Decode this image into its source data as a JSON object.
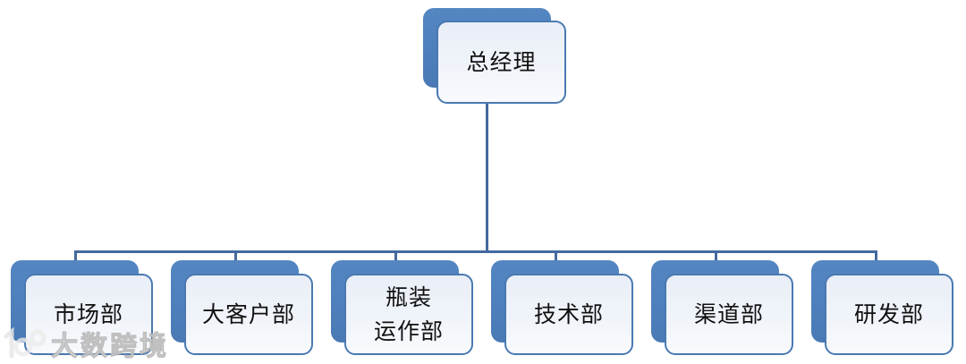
{
  "chart_title": "",
  "root": {
    "label": "总经理"
  },
  "departments": [
    {
      "label": "市场部"
    },
    {
      "label": "大客户部"
    },
    {
      "label": "瓶装\n运作部"
    },
    {
      "label": "技术部"
    },
    {
      "label": "渠道部"
    },
    {
      "label": "研发部"
    }
  ],
  "watermark": {
    "logo": "100-circles-logo",
    "text": "大数跨境"
  },
  "colors": {
    "shape_fill": "#4f81bd",
    "shape_border": "#4a79b2",
    "card_fill": "#eff3fa",
    "connector": "#44699e",
    "text": "#111111",
    "background": "#ffffff"
  }
}
